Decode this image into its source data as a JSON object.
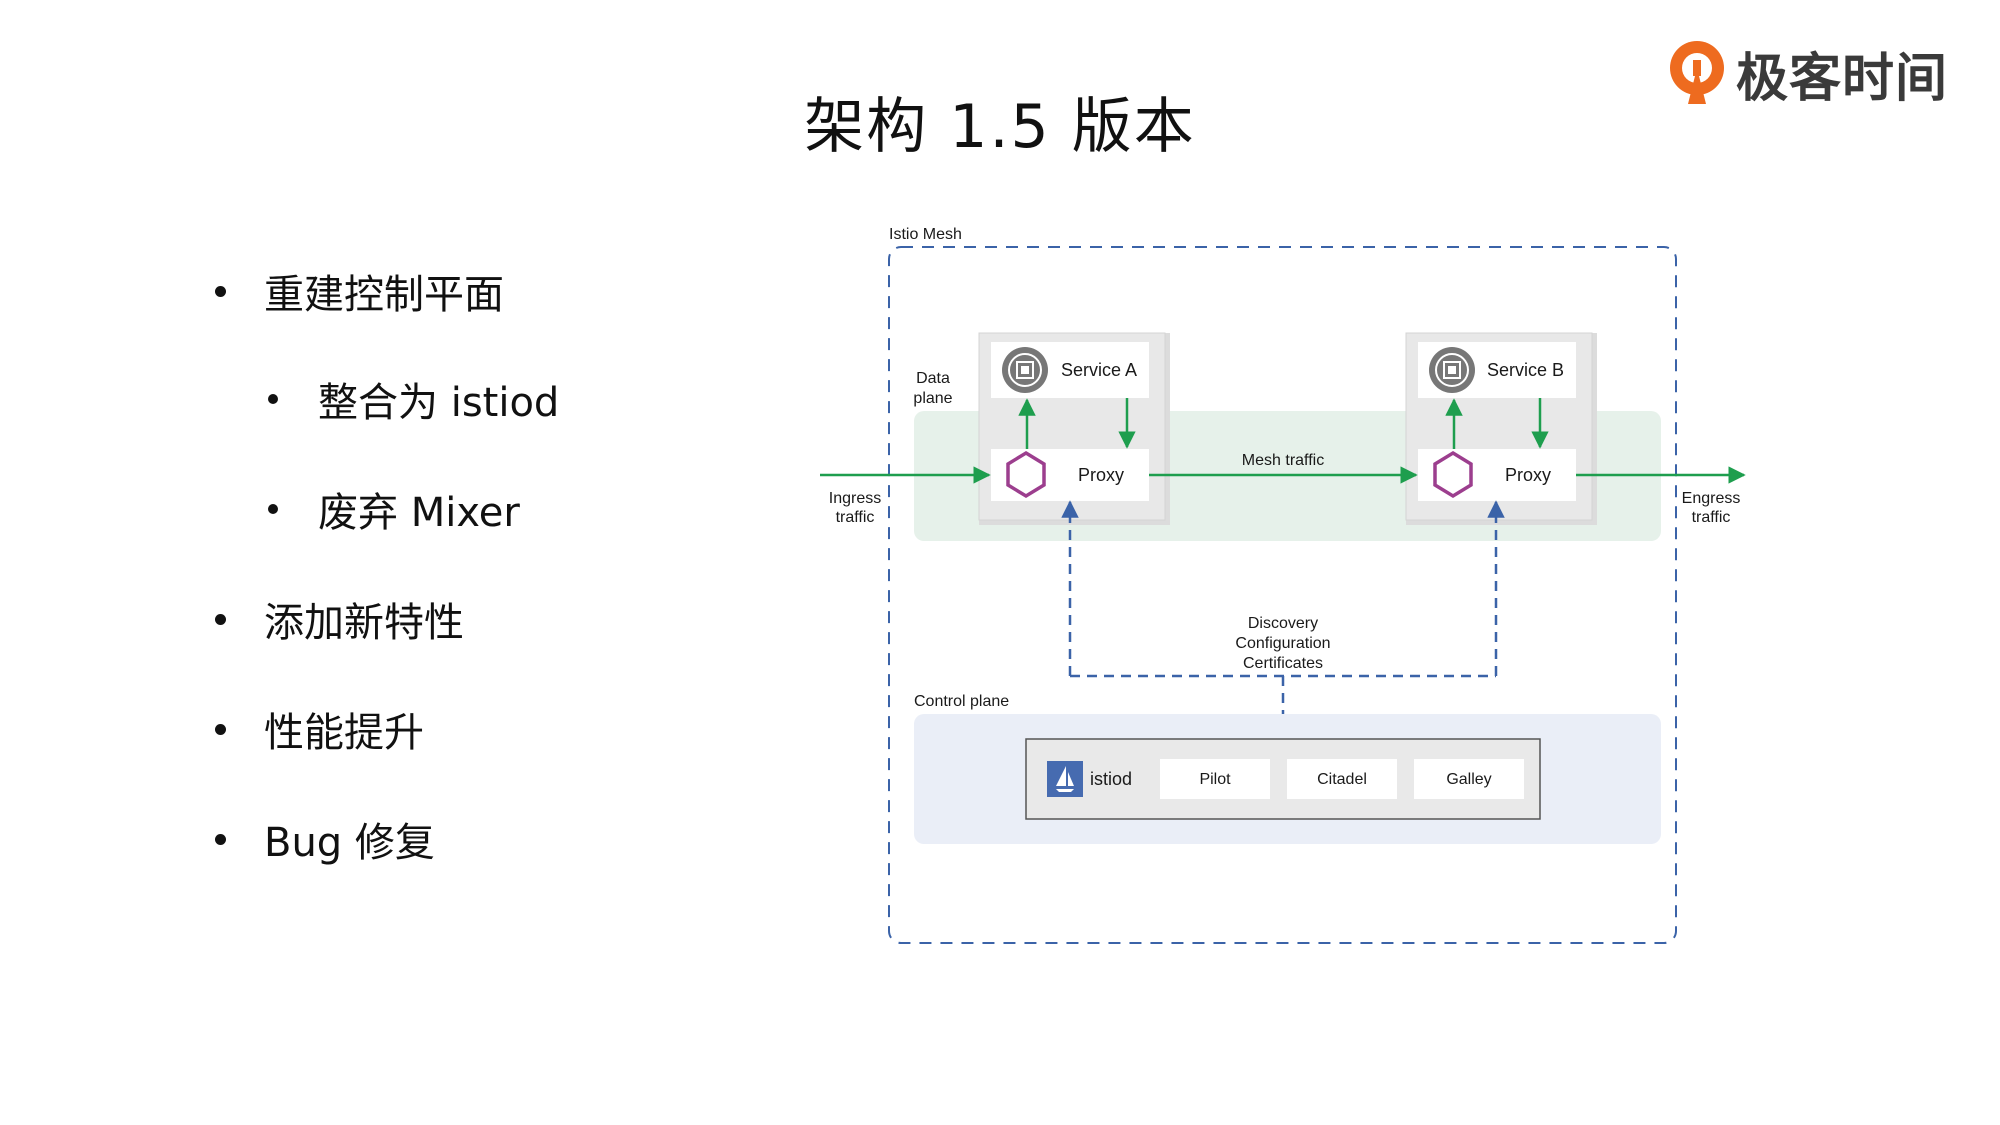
{
  "slide": {
    "title": "架构 1.5 版本"
  },
  "logo": {
    "text": "极客时间",
    "icon": "geektime-logo-icon",
    "colors": {
      "orange": "#ee6b1f",
      "text": "#3a3a3a"
    }
  },
  "bullets": [
    {
      "text": "重建控制平面",
      "level": 1
    },
    {
      "text": "整合为 istiod",
      "level": 2
    },
    {
      "text": "废弃 Mixer",
      "level": 2
    },
    {
      "text": "添加新特性",
      "level": 1
    },
    {
      "text": "性能提升",
      "level": 1
    },
    {
      "text": "Bug 修复",
      "level": 1
    }
  ],
  "diagram": {
    "mesh_label": "Istio Mesh",
    "data_plane_label_line1": "Data",
    "data_plane_label_line2": "plane",
    "ingress_line1": "Ingress",
    "ingress_line2": "traffic",
    "egress_line1": "Engress",
    "egress_line2": "traffic",
    "mesh_traffic": "Mesh traffic",
    "service_a": "Service A",
    "service_b": "Service B",
    "proxy_a": "Proxy",
    "proxy_b": "Proxy",
    "discovery_line1": "Discovery",
    "discovery_line2": "Configuration",
    "discovery_line3": "Certificates",
    "control_plane_label": "Control plane",
    "istiod": "istiod",
    "components": [
      "Pilot",
      "Citadel",
      "Galley"
    ],
    "colors": {
      "arrow_green": "#1e9e4e",
      "dashed_blue": "#3b63a8",
      "data_plane_bg": "#e6f1ea",
      "control_plane_bg": "#eaeef7",
      "proxy_hex": "#9c3e8e",
      "chip_gray": "#777777",
      "istio_blue": "#466bb0"
    }
  }
}
